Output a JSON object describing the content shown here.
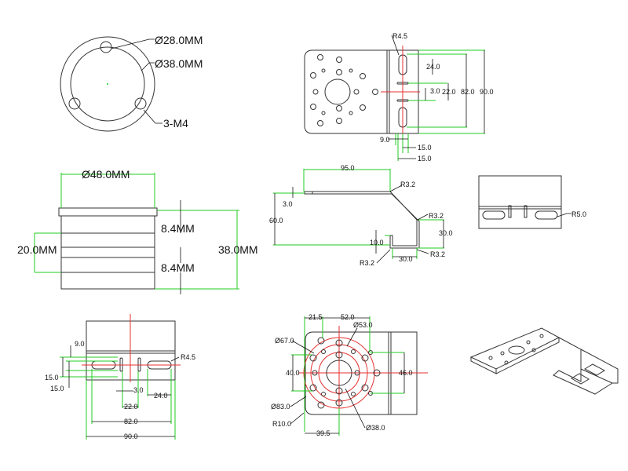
{
  "colors": {
    "outline": "#333333",
    "dimension": "#22cc22",
    "centerline": "#e53030"
  },
  "flange_top": {
    "inner_dia": "Ø28.0MM",
    "outer_dia": "Ø38.0MM",
    "holes": "3-M4"
  },
  "flange_side": {
    "dia": "Ø48.0MM",
    "height_left": "20.0MM",
    "rib_top": "8.4MM",
    "total_height": "38.0MM",
    "rib_bottom": "8.4MM"
  },
  "bracket_top": {
    "radius": "R4.5",
    "slot": "24.0",
    "gap": "3.0",
    "spacing": "22.0",
    "inner": "82.0",
    "outer": "90.0",
    "edge": "9.0",
    "off1": "15.0",
    "off2": "15.0"
  },
  "profile": {
    "length": "95.0",
    "r1": "R3.2",
    "thick": "3.0",
    "height": "60.0",
    "r2": "R3.2",
    "drop": "30.0",
    "tab": "10.0",
    "r3": "R3.2",
    "foot": "30.0",
    "r4": "R3.2"
  },
  "end_view": {
    "radius": "R5.0"
  },
  "bracket_front": {
    "edge": "9.0",
    "off1": "15.0",
    "off2": "15.0",
    "radius": "R4.5",
    "gap": "3.0",
    "slot": "24.0",
    "spacing": "22.0",
    "inner": "82.0",
    "outer": "90.0"
  },
  "bracket_plan": {
    "d1": "21.5",
    "d2": "52.0",
    "dia53": "Ø53.0",
    "dia67": "Ø67.0",
    "h40": "40.0",
    "h46": "46.0",
    "dia83": "Ø83.0",
    "radius": "R10.0",
    "d39": "39.5",
    "dia38": "Ø38.0"
  }
}
